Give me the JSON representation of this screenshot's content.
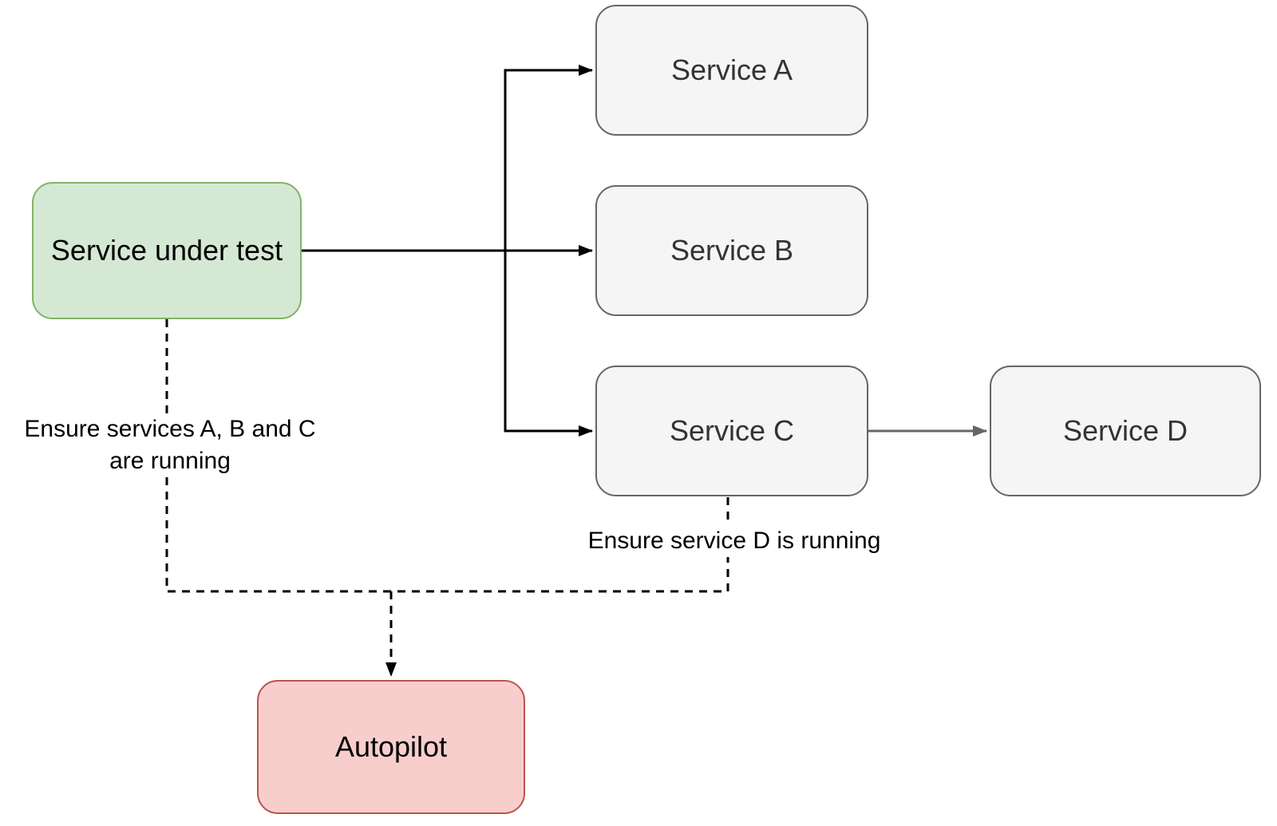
{
  "diagram": {
    "type": "flowchart",
    "background": "#ffffff",
    "nodes": {
      "service_under_test": {
        "label": "Service under test",
        "fill": "#d5e8d4",
        "stroke": "#82b366",
        "text_color": "#000000"
      },
      "service_a": {
        "label": "Service A",
        "fill": "#f5f5f5",
        "stroke": "#666666",
        "text_color": "#333333"
      },
      "service_b": {
        "label": "Service B",
        "fill": "#f5f5f5",
        "stroke": "#666666",
        "text_color": "#333333"
      },
      "service_c": {
        "label": "Service C",
        "fill": "#f5f5f5",
        "stroke": "#666666",
        "text_color": "#333333"
      },
      "service_d": {
        "label": "Service D",
        "fill": "#f5f5f5",
        "stroke": "#666666",
        "text_color": "#333333"
      },
      "autopilot": {
        "label": "Autopilot",
        "fill": "#f8cecc",
        "stroke": "#b85450",
        "text_color": "#000000"
      }
    },
    "edge_labels": {
      "ensure_abc_line1": "Ensure services A, B and C",
      "ensure_abc_line2": "are running",
      "ensure_d": "Ensure service D is running"
    },
    "connections": [
      {
        "from": "Service under test",
        "to": "Service A",
        "style": "solid",
        "color": "#000000"
      },
      {
        "from": "Service under test",
        "to": "Service B",
        "style": "solid",
        "color": "#000000"
      },
      {
        "from": "Service under test",
        "to": "Service C",
        "style": "solid",
        "color": "#000000"
      },
      {
        "from": "Service C",
        "to": "Service D",
        "style": "solid",
        "color": "#666666"
      },
      {
        "from": "Service under test",
        "to": "Autopilot",
        "style": "dashed",
        "color": "#000000",
        "label": "Ensure services A, B and C are running"
      },
      {
        "from": "Service C",
        "to": "Autopilot",
        "style": "dashed",
        "color": "#000000",
        "label": "Ensure service D is running"
      }
    ]
  }
}
